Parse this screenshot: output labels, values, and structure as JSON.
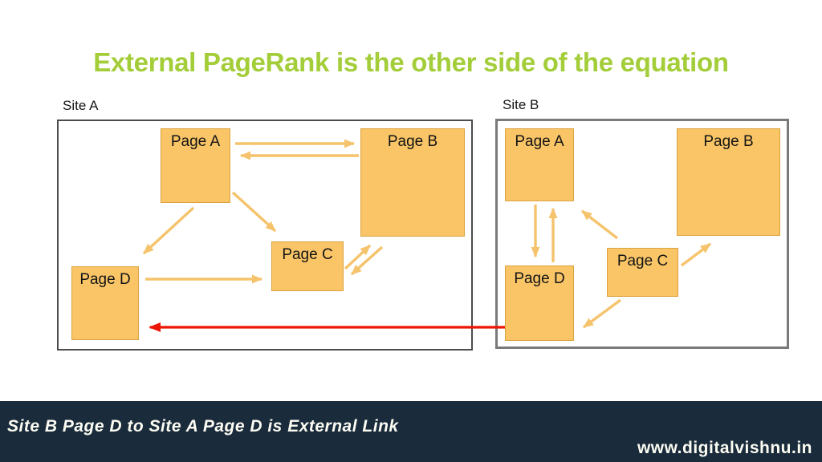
{
  "title": {
    "text": "External PageRank is the other side of the equation"
  },
  "sites": [
    {
      "label": "Site A",
      "pages": [
        {
          "label": "Page A"
        },
        {
          "label": "Page B"
        },
        {
          "label": "Page C"
        },
        {
          "label": "Page D"
        }
      ]
    },
    {
      "label": "Site B",
      "pages": [
        {
          "label": "Page A"
        },
        {
          "label": "Page B"
        },
        {
          "label": "Page C"
        },
        {
          "label": "Page D"
        }
      ]
    }
  ],
  "footer": {
    "caption": "Site B Page D to Site A Page D is External Link",
    "website": "www.digitalvishnu.in"
  },
  "colors": {
    "title_green": "#a3cd39",
    "page_fill": "#f9c567",
    "page_border": "#dba23f",
    "internal_arrow": "#f5c36c",
    "external_arrow": "#ed1505",
    "site_a_border": "#4c4c4c",
    "site_b_border": "#7a7a7a",
    "footer_bg": "#1a2b3c",
    "footer_text": "#fcfcf2"
  }
}
